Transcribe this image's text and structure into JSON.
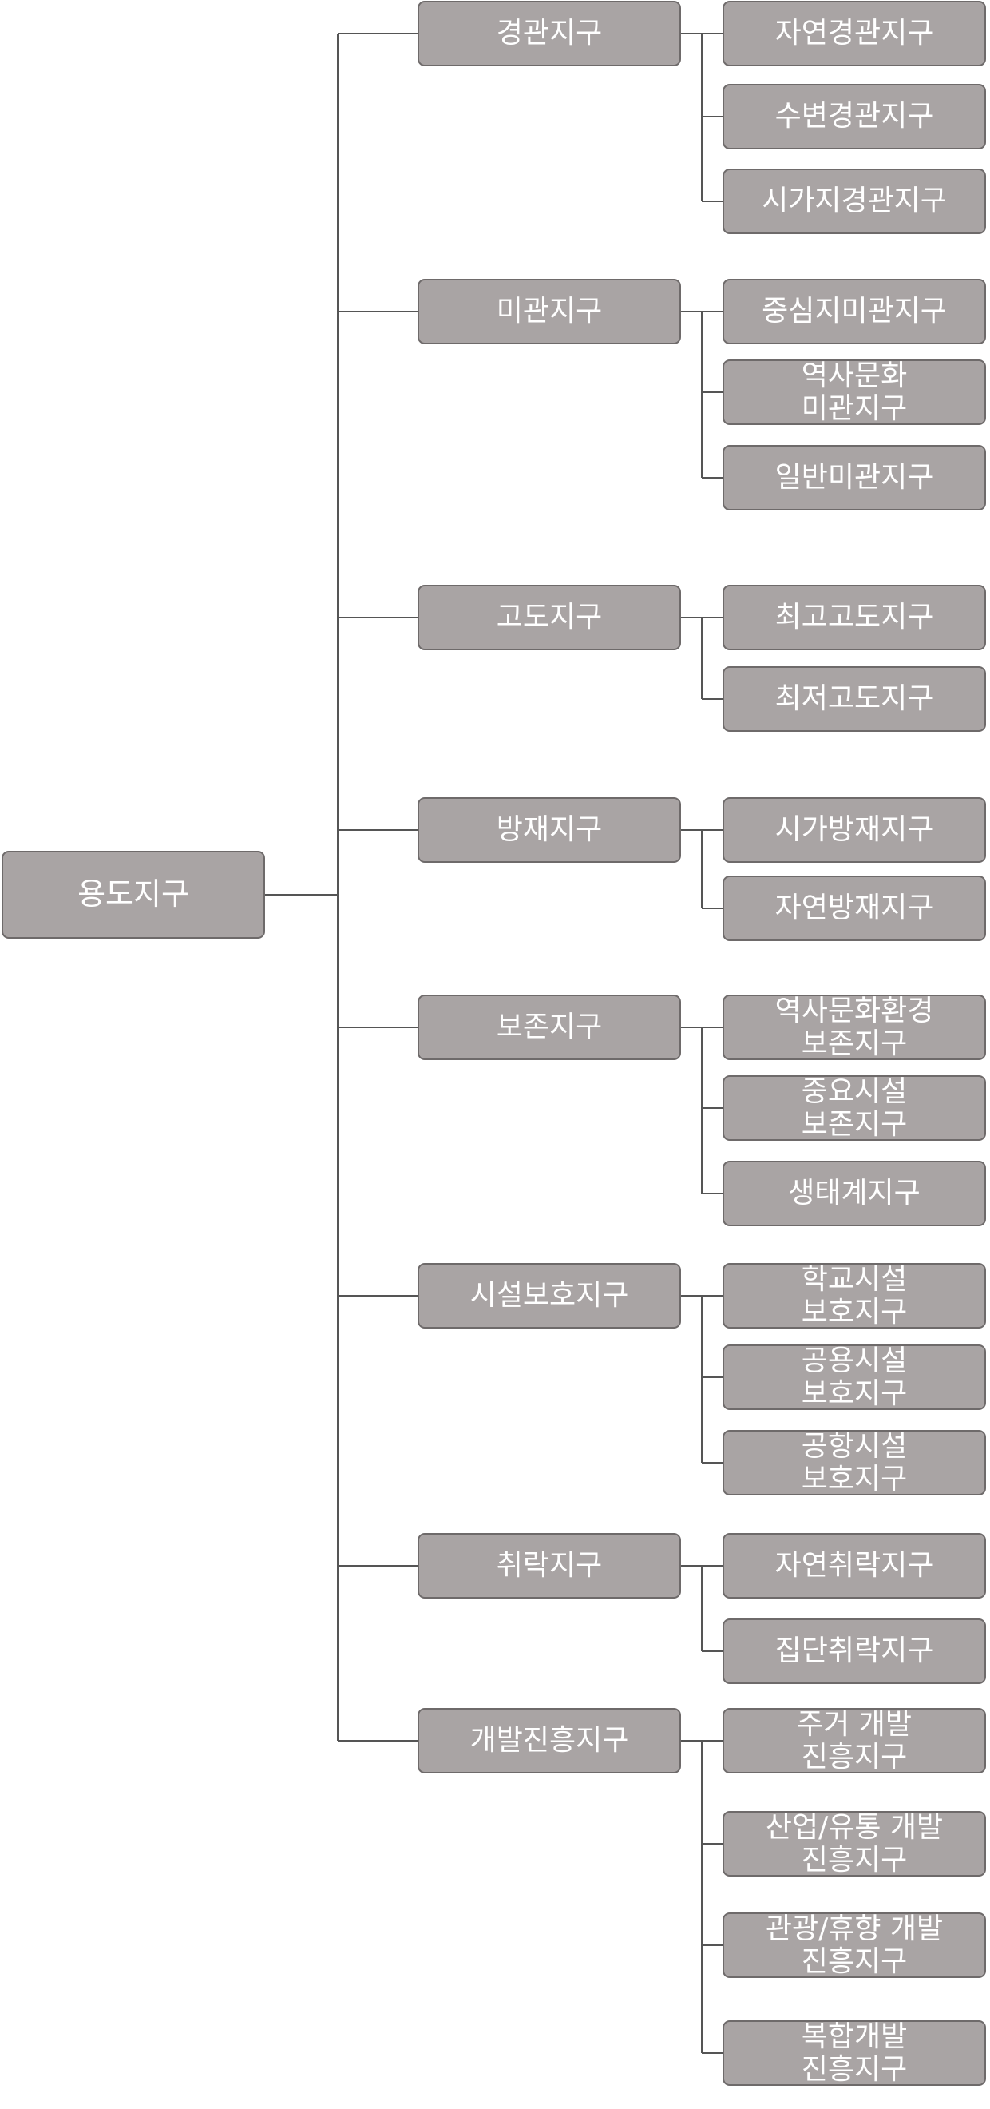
{
  "root": "용도지구",
  "categories": [
    {
      "label": "경관지구",
      "children": [
        "자연경관지구",
        "수변경관지구",
        "시가지경관지구"
      ]
    },
    {
      "label": "미관지구",
      "children": [
        "중심지미관지구",
        "역사문화\n미관지구",
        "일반미관지구"
      ]
    },
    {
      "label": "고도지구",
      "children": [
        "최고고도지구",
        "최저고도지구"
      ]
    },
    {
      "label": "방재지구",
      "children": [
        "시가방재지구",
        "자연방재지구"
      ]
    },
    {
      "label": "보존지구",
      "children": [
        "역사문화환경\n보존지구",
        "중요시설\n보존지구",
        "생태계지구"
      ]
    },
    {
      "label": "시설보호지구",
      "children": [
        "학교시설\n보호지구",
        "공용시설\n보호지구",
        "공항시설\n보호지구"
      ]
    },
    {
      "label": "취락지구",
      "children": [
        "자연취락지구",
        "집단취락지구"
      ]
    },
    {
      "label": "개발진흥지구",
      "children": [
        "주거 개발\n진흥지구",
        "산업/유통 개발\n진흥지구",
        "관광/휴향 개발\n진흥지구",
        "복합개발\n진흥지구"
      ]
    }
  ],
  "colors": {
    "box": "#a9a4a4",
    "border": "#6e6a6a",
    "text": "#ffffff",
    "line": "#555555"
  }
}
